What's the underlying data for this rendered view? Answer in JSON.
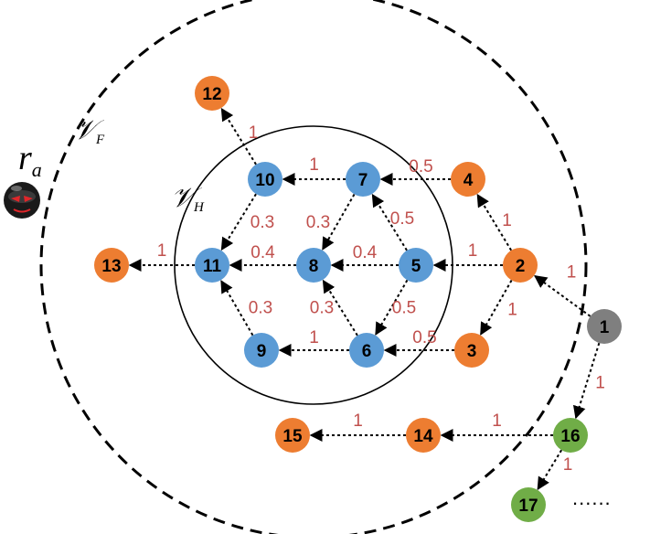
{
  "sets": {
    "outer": {
      "symbol": "𝒱",
      "sub": "F"
    },
    "inner": {
      "symbol": "𝒱",
      "sub": "H"
    }
  },
  "attacker": {
    "symbol": "r",
    "sub": "a"
  },
  "continuation": "......",
  "colors": {
    "orange": "#ed7d31",
    "blue": "#5b9bd5",
    "gray": "#7f7f7f",
    "green": "#70ad47",
    "weight_text": "#c0504d"
  },
  "nodes": [
    {
      "id": "1",
      "color": "gray"
    },
    {
      "id": "2",
      "color": "orange"
    },
    {
      "id": "3",
      "color": "orange"
    },
    {
      "id": "4",
      "color": "orange"
    },
    {
      "id": "5",
      "color": "blue"
    },
    {
      "id": "6",
      "color": "blue"
    },
    {
      "id": "7",
      "color": "blue"
    },
    {
      "id": "8",
      "color": "blue"
    },
    {
      "id": "9",
      "color": "blue"
    },
    {
      "id": "10",
      "color": "blue"
    },
    {
      "id": "11",
      "color": "blue"
    },
    {
      "id": "12",
      "color": "orange"
    },
    {
      "id": "13",
      "color": "orange"
    },
    {
      "id": "14",
      "color": "orange"
    },
    {
      "id": "15",
      "color": "orange"
    },
    {
      "id": "16",
      "color": "green"
    },
    {
      "id": "17",
      "color": "green"
    }
  ],
  "edges": [
    {
      "from": "1",
      "to": "2",
      "weight": "1"
    },
    {
      "from": "1",
      "to": "16",
      "weight": "1"
    },
    {
      "from": "2",
      "to": "4",
      "weight": "1"
    },
    {
      "from": "2",
      "to": "5",
      "weight": "1"
    },
    {
      "from": "2",
      "to": "3",
      "weight": "1"
    },
    {
      "from": "4",
      "to": "7",
      "weight": "0.5"
    },
    {
      "from": "5",
      "to": "7",
      "weight": "0.5"
    },
    {
      "from": "5",
      "to": "8",
      "weight": "0.4"
    },
    {
      "from": "5",
      "to": "6",
      "weight": "0.5"
    },
    {
      "from": "3",
      "to": "6",
      "weight": "0.5"
    },
    {
      "from": "7",
      "to": "10",
      "weight": "1"
    },
    {
      "from": "7",
      "to": "8",
      "weight": "0.3"
    },
    {
      "from": "6",
      "to": "8",
      "weight": "0.3"
    },
    {
      "from": "6",
      "to": "9",
      "weight": "1"
    },
    {
      "from": "8",
      "to": "11",
      "weight": "0.4"
    },
    {
      "from": "10",
      "to": "11",
      "weight": "0.3"
    },
    {
      "from": "9",
      "to": "11",
      "weight": "0.3"
    },
    {
      "from": "10",
      "to": "12",
      "weight": "1"
    },
    {
      "from": "11",
      "to": "13",
      "weight": "1"
    },
    {
      "from": "16",
      "to": "14",
      "weight": "1"
    },
    {
      "from": "14",
      "to": "15",
      "weight": "1"
    },
    {
      "from": "16",
      "to": "17",
      "weight": "1"
    }
  ]
}
